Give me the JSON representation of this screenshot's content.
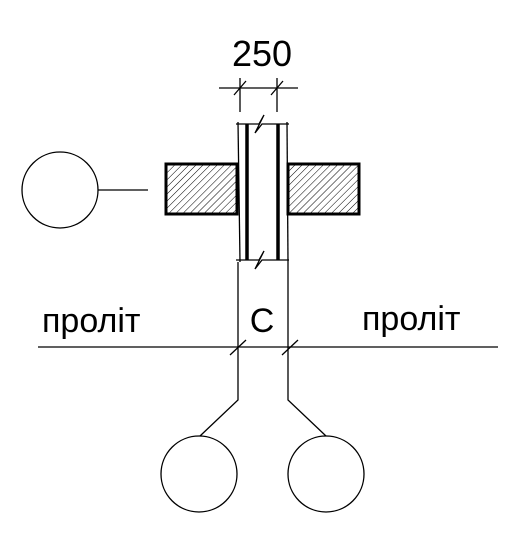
{
  "dimension": {
    "value": "250"
  },
  "labels": {
    "span_left": "проліт",
    "span_right": "проліт",
    "axis": "С"
  },
  "colors": {
    "line": "#000000",
    "background": "#ffffff"
  }
}
